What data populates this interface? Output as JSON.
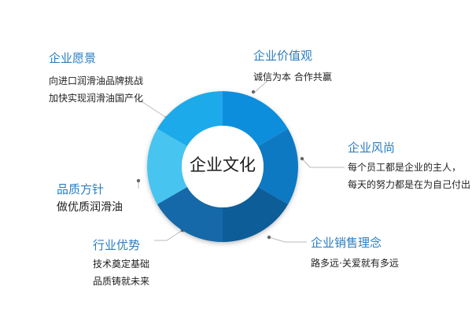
{
  "center": {
    "title": "企业文化"
  },
  "colors": {
    "segments": [
      "#0f8edc",
      "#0c79c3",
      "#0a5d98",
      "#1269a8",
      "#47c4f0",
      "#1eaaea"
    ],
    "title": "#2a7dc2",
    "connector": "#bbbbbb",
    "dot": "#666666"
  },
  "items": {
    "vision": {
      "title": "企业愿景",
      "lines": [
        "向进口润滑油品牌挑战",
        "加快实现润滑油国产化"
      ]
    },
    "values": {
      "title": "企业价值观",
      "lines": [
        "诚信为本 合作共赢"
      ]
    },
    "style": {
      "title": "企业风尚",
      "lines": [
        "每个员工都是企业的主人，",
        "每天的努力都是在为自己付出"
      ]
    },
    "quality": {
      "title": "品质方针",
      "lines": [
        "做优质润滑油"
      ]
    },
    "advantage": {
      "title": "行业优势",
      "lines": [
        "技术奠定基础",
        "品质铸就未来"
      ]
    },
    "sales": {
      "title": "企业销售理念",
      "lines": [
        "路多远·关爱就有多远"
      ]
    }
  }
}
